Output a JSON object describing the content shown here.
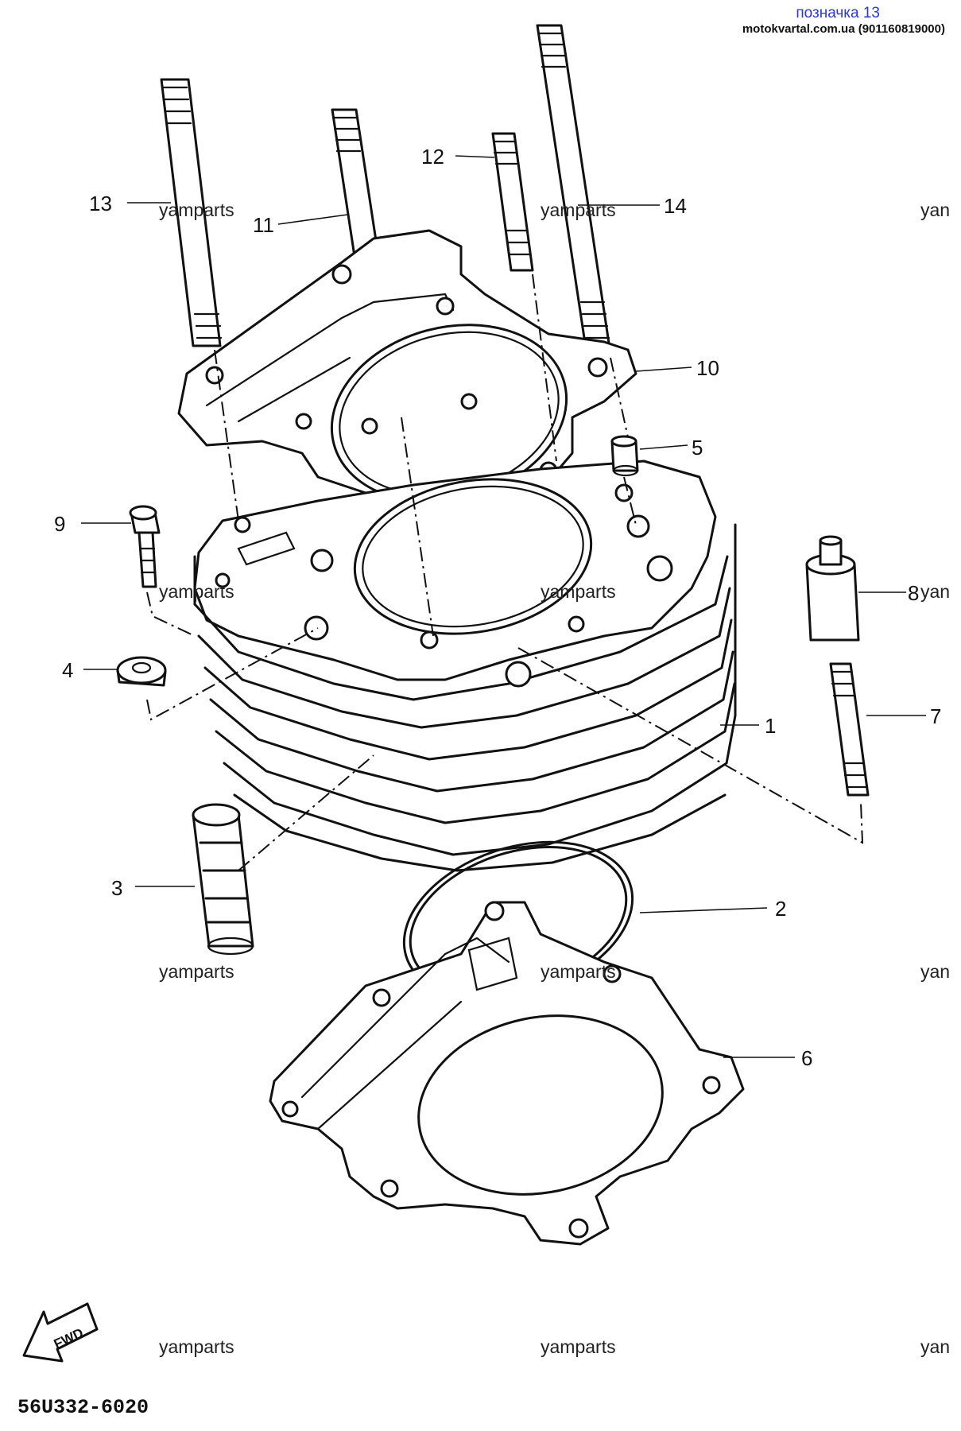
{
  "header": {
    "title": "позначка 13",
    "subtitle": "motokvartal.com.ua (901160819000)"
  },
  "diagram": {
    "part_code": "56U332-6020",
    "fwd_label": "FWD",
    "watermark": "yamparts",
    "watermark_cut": "yan",
    "callouts": [
      {
        "id": "1",
        "label": "1"
      },
      {
        "id": "2",
        "label": "2"
      },
      {
        "id": "3",
        "label": "3"
      },
      {
        "id": "4",
        "label": "4"
      },
      {
        "id": "5",
        "label": "5"
      },
      {
        "id": "6",
        "label": "6"
      },
      {
        "id": "7",
        "label": "7"
      },
      {
        "id": "8",
        "label": "8"
      },
      {
        "id": "9",
        "label": "9"
      },
      {
        "id": "10",
        "label": "10"
      },
      {
        "id": "11",
        "label": "11"
      },
      {
        "id": "12",
        "label": "12"
      },
      {
        "id": "13",
        "label": "13"
      },
      {
        "id": "14",
        "label": "14"
      }
    ]
  }
}
